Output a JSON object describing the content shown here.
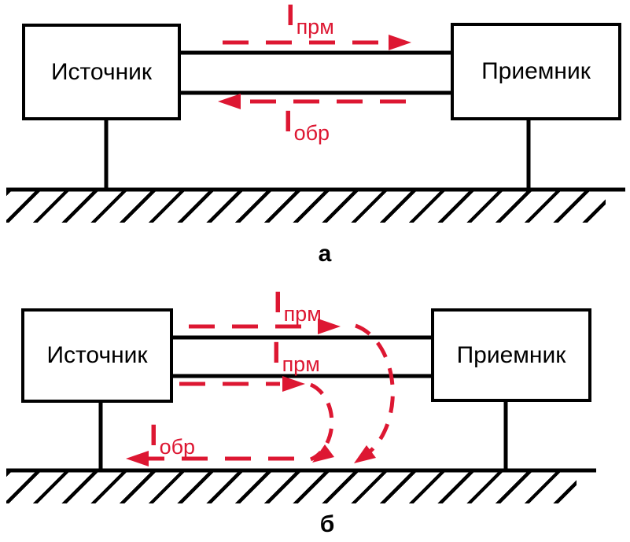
{
  "colors": {
    "line": "#000000",
    "current_accent": "#dd1732",
    "background": "#ffffff"
  },
  "diagram_a": {
    "caption": "а",
    "source_label": "Источник",
    "receiver_label": "Приемник",
    "current_forward": {
      "symbol": "I",
      "subscript": "прм"
    },
    "current_return": {
      "symbol": "I",
      "subscript": "обр"
    }
  },
  "diagram_b": {
    "caption": "б",
    "source_label": "Источник",
    "receiver_label": "Приемник",
    "current_forward_top": {
      "symbol": "I",
      "subscript": "прм"
    },
    "current_forward_bottom": {
      "symbol": "I",
      "subscript": "прм"
    },
    "current_return": {
      "symbol": "I",
      "subscript": "обр"
    }
  }
}
